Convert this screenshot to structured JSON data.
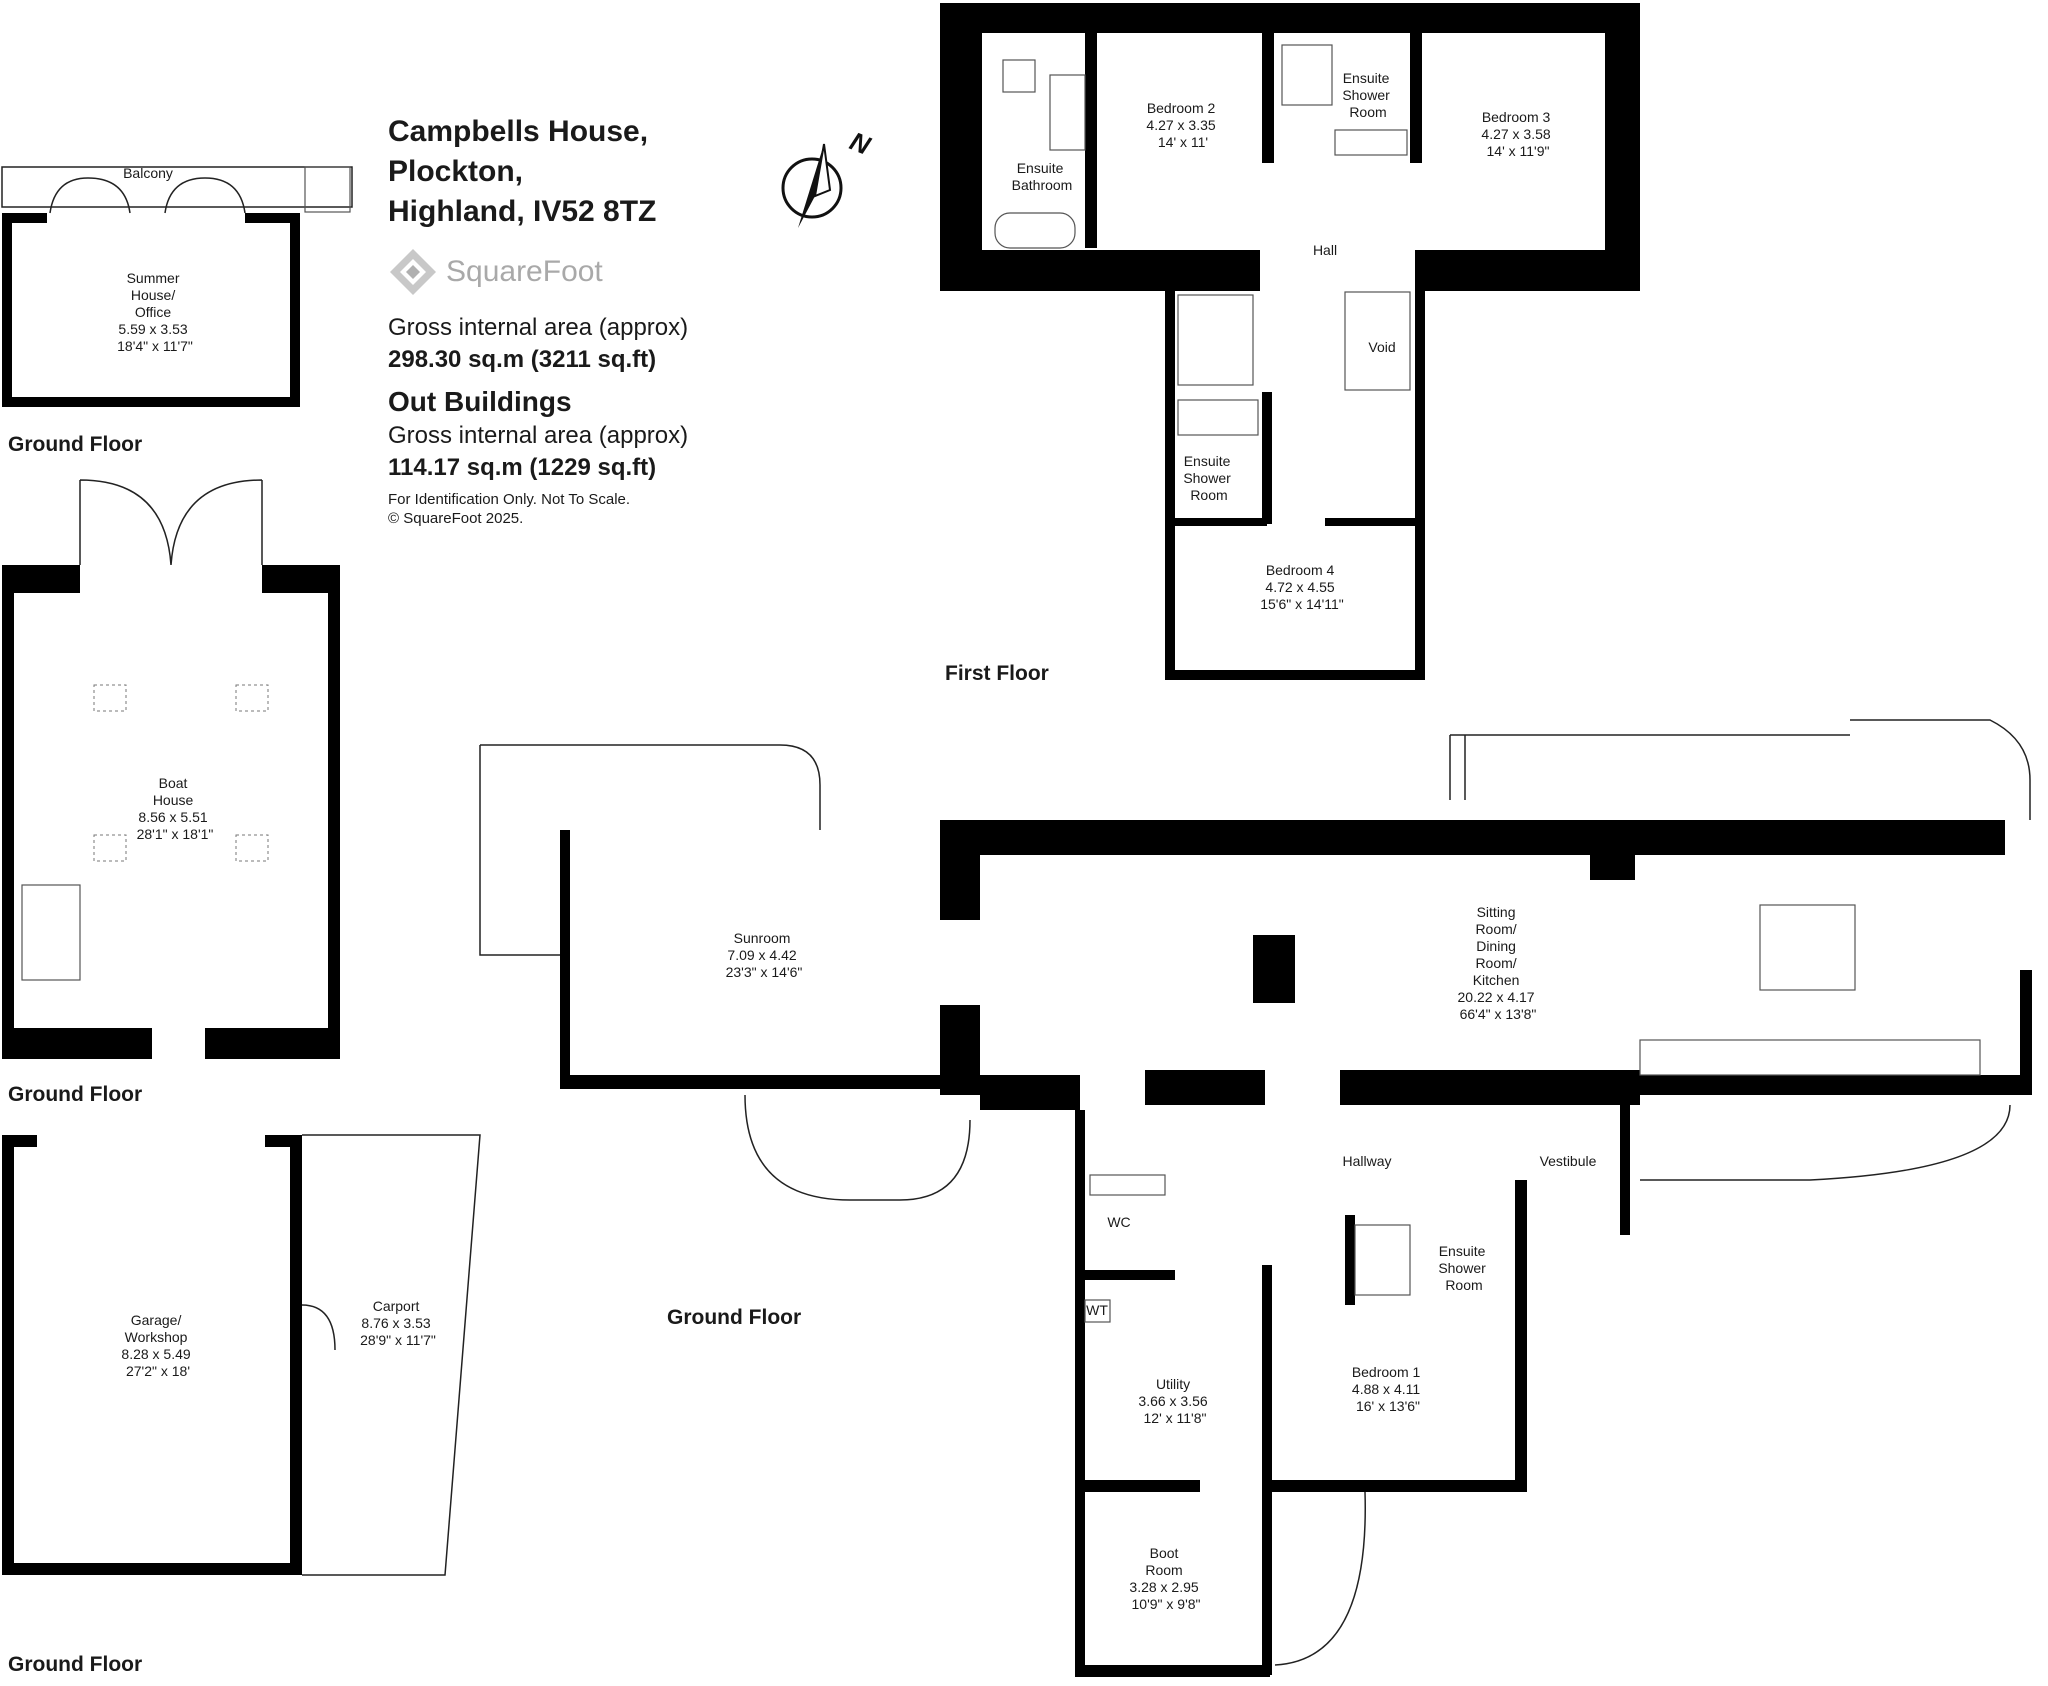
{
  "property": {
    "address_line1": "Campbells House,",
    "address_line2": "Plockton,",
    "address_line3": "Highland, IV52 8TZ",
    "brand": "SquareFoot",
    "gia_label": "Gross internal area (approx)",
    "gia_value": "298.30 sq.m (3211 sq.ft)",
    "out_title": "Out Buildings",
    "out_label": "Gross internal area (approx)",
    "out_value": "114.17 sq.m (1229 sq.ft)",
    "note1": "For Identification Only. Not To Scale.",
    "note2": "© SquareFoot 2025."
  },
  "compass": {
    "label": "N"
  },
  "floors": {
    "summer_ground": "Ground Floor",
    "boat_ground": "Ground Floor",
    "garage_ground": "Ground Floor",
    "main_ground": "Ground Floor",
    "first": "First Floor"
  },
  "rooms": {
    "balcony": [
      "Balcony"
    ],
    "summer_house": [
      "Summer",
      "House/",
      "Office",
      "5.59 x 3.53",
      "18'4\" x 11'7\""
    ],
    "boat_house": [
      "Boat",
      "House",
      "8.56 x 5.51",
      "28'1\" x 18'1\""
    ],
    "garage": [
      "Garage/",
      "Workshop",
      "8.28 x 5.49",
      "27'2\" x 18'"
    ],
    "carport": [
      "Carport",
      "8.76 x 3.53",
      "28'9\" x 11'7\""
    ],
    "bedroom2": [
      "Bedroom 2",
      "4.27 x 3.35",
      "14' x 11'"
    ],
    "ensuite_bathroom": [
      "Ensuite",
      "Bathroom"
    ],
    "ensuite_shower_first_top": [
      "Ensuite",
      "Shower",
      "Room"
    ],
    "bedroom3": [
      "Bedroom 3",
      "4.27 x 3.58",
      "14' x 11'9\""
    ],
    "hall": [
      "Hall"
    ],
    "void": [
      "Void"
    ],
    "ensuite_shower_first_mid": [
      "Ensuite",
      "Shower",
      "Room"
    ],
    "bedroom4": [
      "Bedroom 4",
      "4.72 x 4.55",
      "15'6\" x 14'11\""
    ],
    "sunroom": [
      "Sunroom",
      "7.09 x 4.42",
      "23'3\" x 14'6\""
    ],
    "sitting": [
      "Sitting",
      "Room/",
      "Dining",
      "Room/",
      "Kitchen",
      "20.22 x 4.17",
      "66'4\" x 13'8\""
    ],
    "hallway": [
      "Hallway"
    ],
    "vestibule": [
      "Vestibule"
    ],
    "wc": [
      "WC"
    ],
    "wt": [
      "WT"
    ],
    "ensuite_shower_ground": [
      "Ensuite",
      "Shower",
      "Room"
    ],
    "utility": [
      "Utility",
      "3.66 x 3.56",
      "12' x 11'8\""
    ],
    "bedroom1": [
      "Bedroom 1",
      "4.88 x 4.11",
      "16' x 13'6\""
    ],
    "boot_room": [
      "Boot",
      "Room",
      "3.28 x 2.95",
      "10'9\" x 9'8\""
    ]
  }
}
